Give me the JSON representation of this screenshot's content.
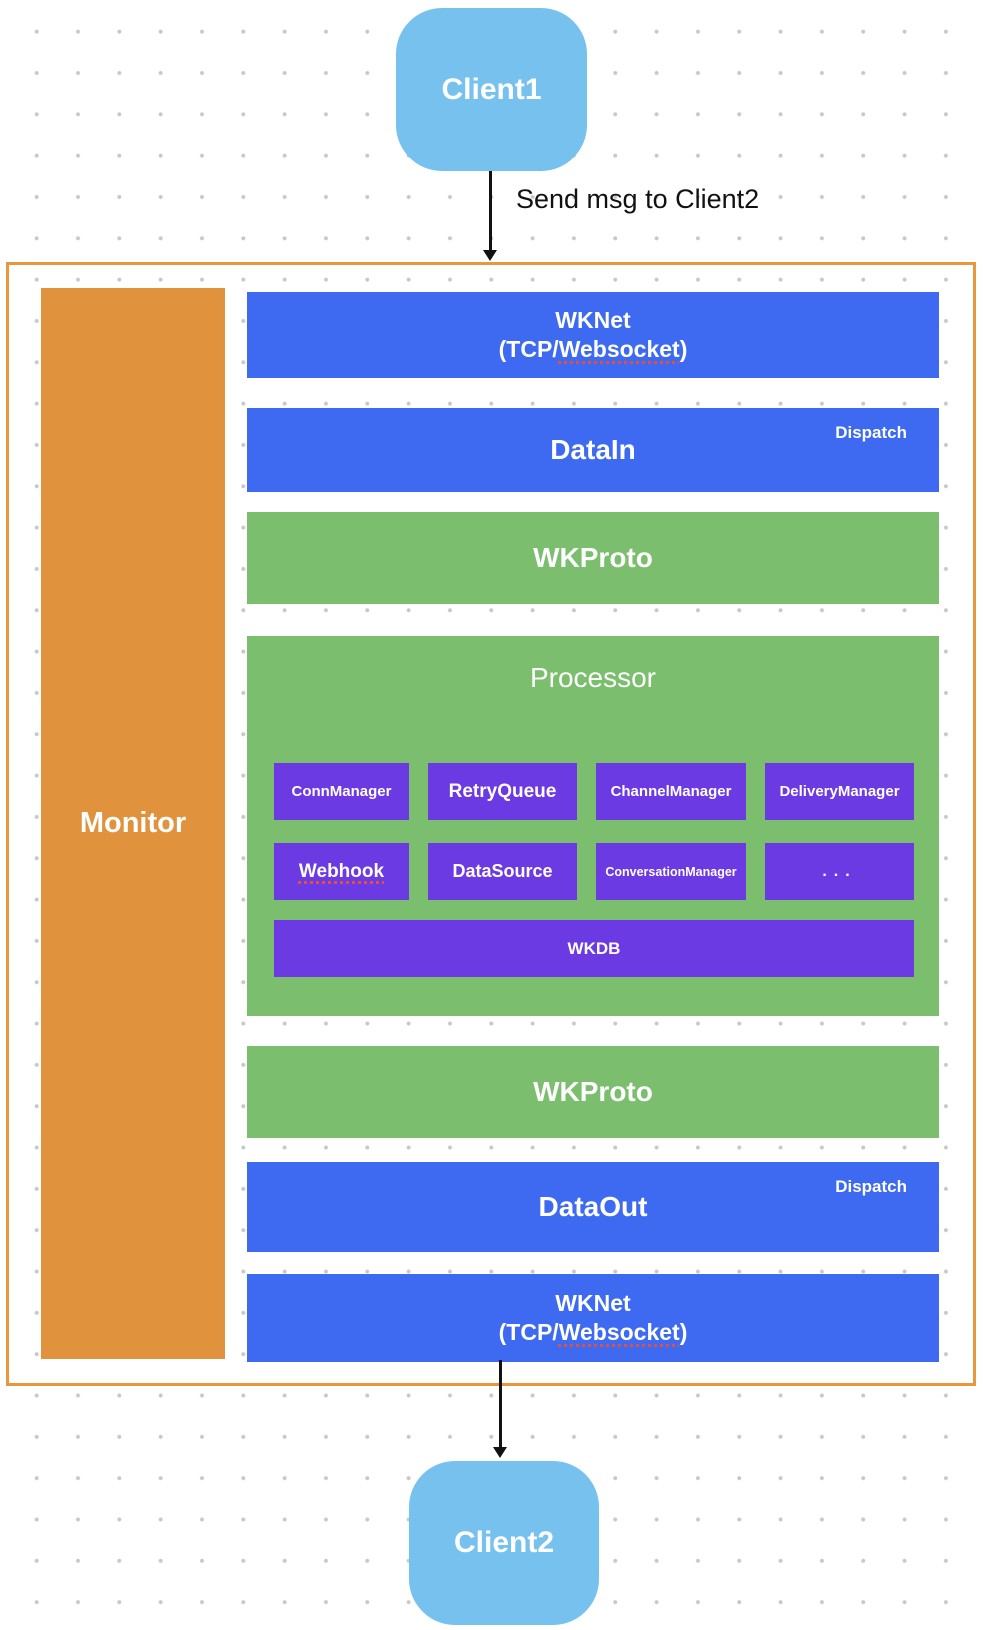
{
  "colors": {
    "blue": "#3D6AF0",
    "green": "#7BBE6E",
    "purple": "#6B3AE3",
    "orange": "#E0923C",
    "orange-border": "#E8973C",
    "client": "#77C1EF",
    "squiggle": "#E4503E",
    "arrow": "#111111",
    "dot": "#C8C8C8"
  },
  "nodes": {
    "client1": "Client1",
    "client2": "Client2"
  },
  "edge_label": "Send msg to Client2",
  "monitor_label": "Monitor",
  "layers": {
    "wknet_in": {
      "line1": "WKNet",
      "paren_open": "(TCP/",
      "underlined": "Websocket",
      "paren_close": ")"
    },
    "datain": {
      "label": "DataIn",
      "corner": "Dispatch"
    },
    "wkproto_in": {
      "label": "WKProto"
    },
    "wkproto_out": {
      "label": "WKProto"
    },
    "dataout": {
      "label": "DataOut",
      "corner": "Dispatch"
    },
    "wknet_out": {
      "line1": "WKNet",
      "paren_open": "(TCP/",
      "underlined": "Websocket",
      "paren_close": ")"
    }
  },
  "processor": {
    "title": "Processor",
    "row1": [
      "ConnManager",
      "RetryQueue",
      "ChannelManager",
      "DeliveryManager"
    ],
    "row2": [
      "Webhook",
      "DataSource",
      "ConversationManager",
      "..."
    ],
    "db": "WKDB"
  }
}
